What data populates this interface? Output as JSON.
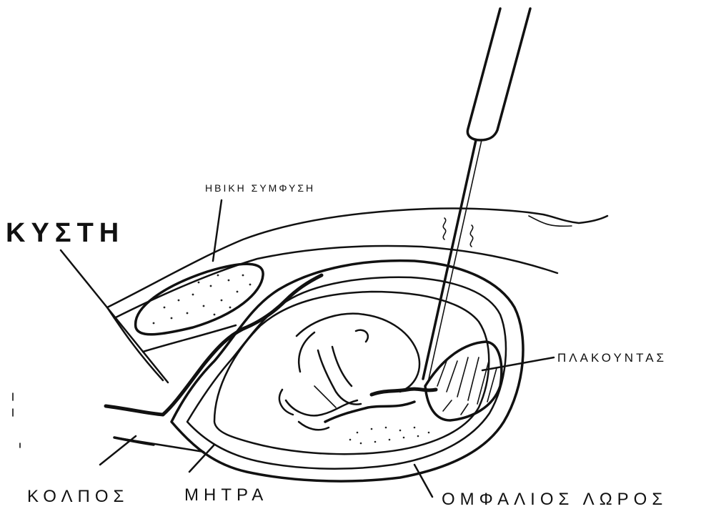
{
  "labels": {
    "bladder": "ΚΥΣΤΗ",
    "pubic_symphysis": "ΗΒΙΚΗ ΣΥΜΦΥΣΗ",
    "placenta": "ΠΛΑΚΟΥΝΤΑΣ",
    "vagina": "ΚΟΛΠΟΣ",
    "uterus": "ΜΗΤΡΑ",
    "umbilical_cord": "ΟΜΦΑΛΙΟΣ ΛΩΡΟΣ"
  }
}
